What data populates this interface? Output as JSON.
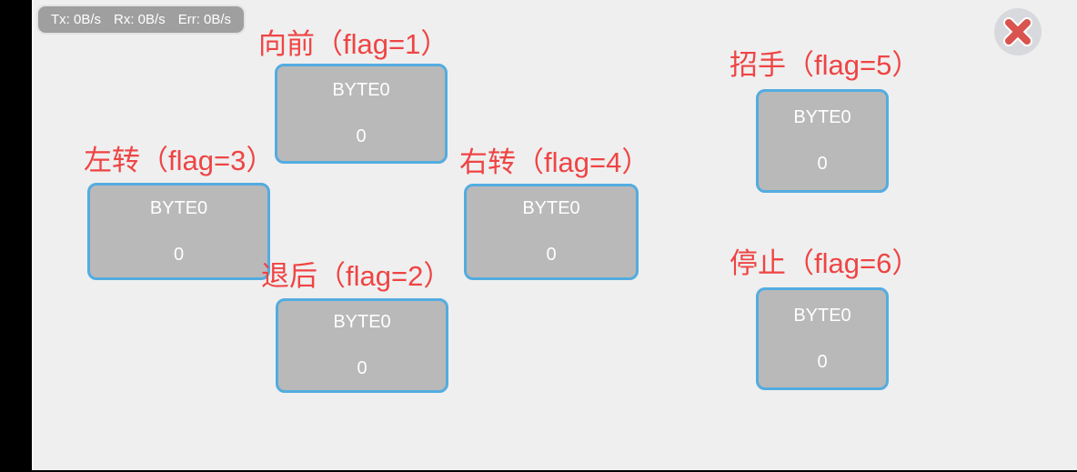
{
  "window": {
    "background": "#efefef",
    "left_bar_color": "#000000"
  },
  "status_bar": {
    "items": [
      {
        "label": "Tx: 0B/s"
      },
      {
        "label": "Rx: 0B/s"
      },
      {
        "label": "Err: 0B/s"
      }
    ]
  },
  "close_button": {
    "icon": "close-icon"
  },
  "controls": [
    {
      "id": "forward",
      "flag": 1,
      "label": "向前（flag=1）",
      "byte_label": "BYTE0",
      "value": "0"
    },
    {
      "id": "left-turn",
      "flag": 3,
      "label": "左转（flag=3）",
      "byte_label": "BYTE0",
      "value": "0"
    },
    {
      "id": "right-turn",
      "flag": 4,
      "label": "右转（flag=4）",
      "byte_label": "BYTE0",
      "value": "0"
    },
    {
      "id": "backward",
      "flag": 2,
      "label": "退后（flag=2）",
      "byte_label": "BYTE0",
      "value": "0"
    },
    {
      "id": "wave",
      "flag": 5,
      "label": "招手（flag=5）",
      "byte_label": "BYTE0",
      "value": "0"
    },
    {
      "id": "stop",
      "flag": 6,
      "label": "停止（flag=6）",
      "byte_label": "BYTE0",
      "value": "0"
    }
  ],
  "colors": {
    "button_fill": "#b9b9b9",
    "button_border_blue": "#53ace0",
    "label_red": "#ef4444",
    "status_pill_fill": "#9f9fa0",
    "status_pill_border": "#e3e3e3",
    "close_circle_fill": "#d8d9dd",
    "close_x_red": "#d9534f",
    "button_text": "#ffffff"
  }
}
